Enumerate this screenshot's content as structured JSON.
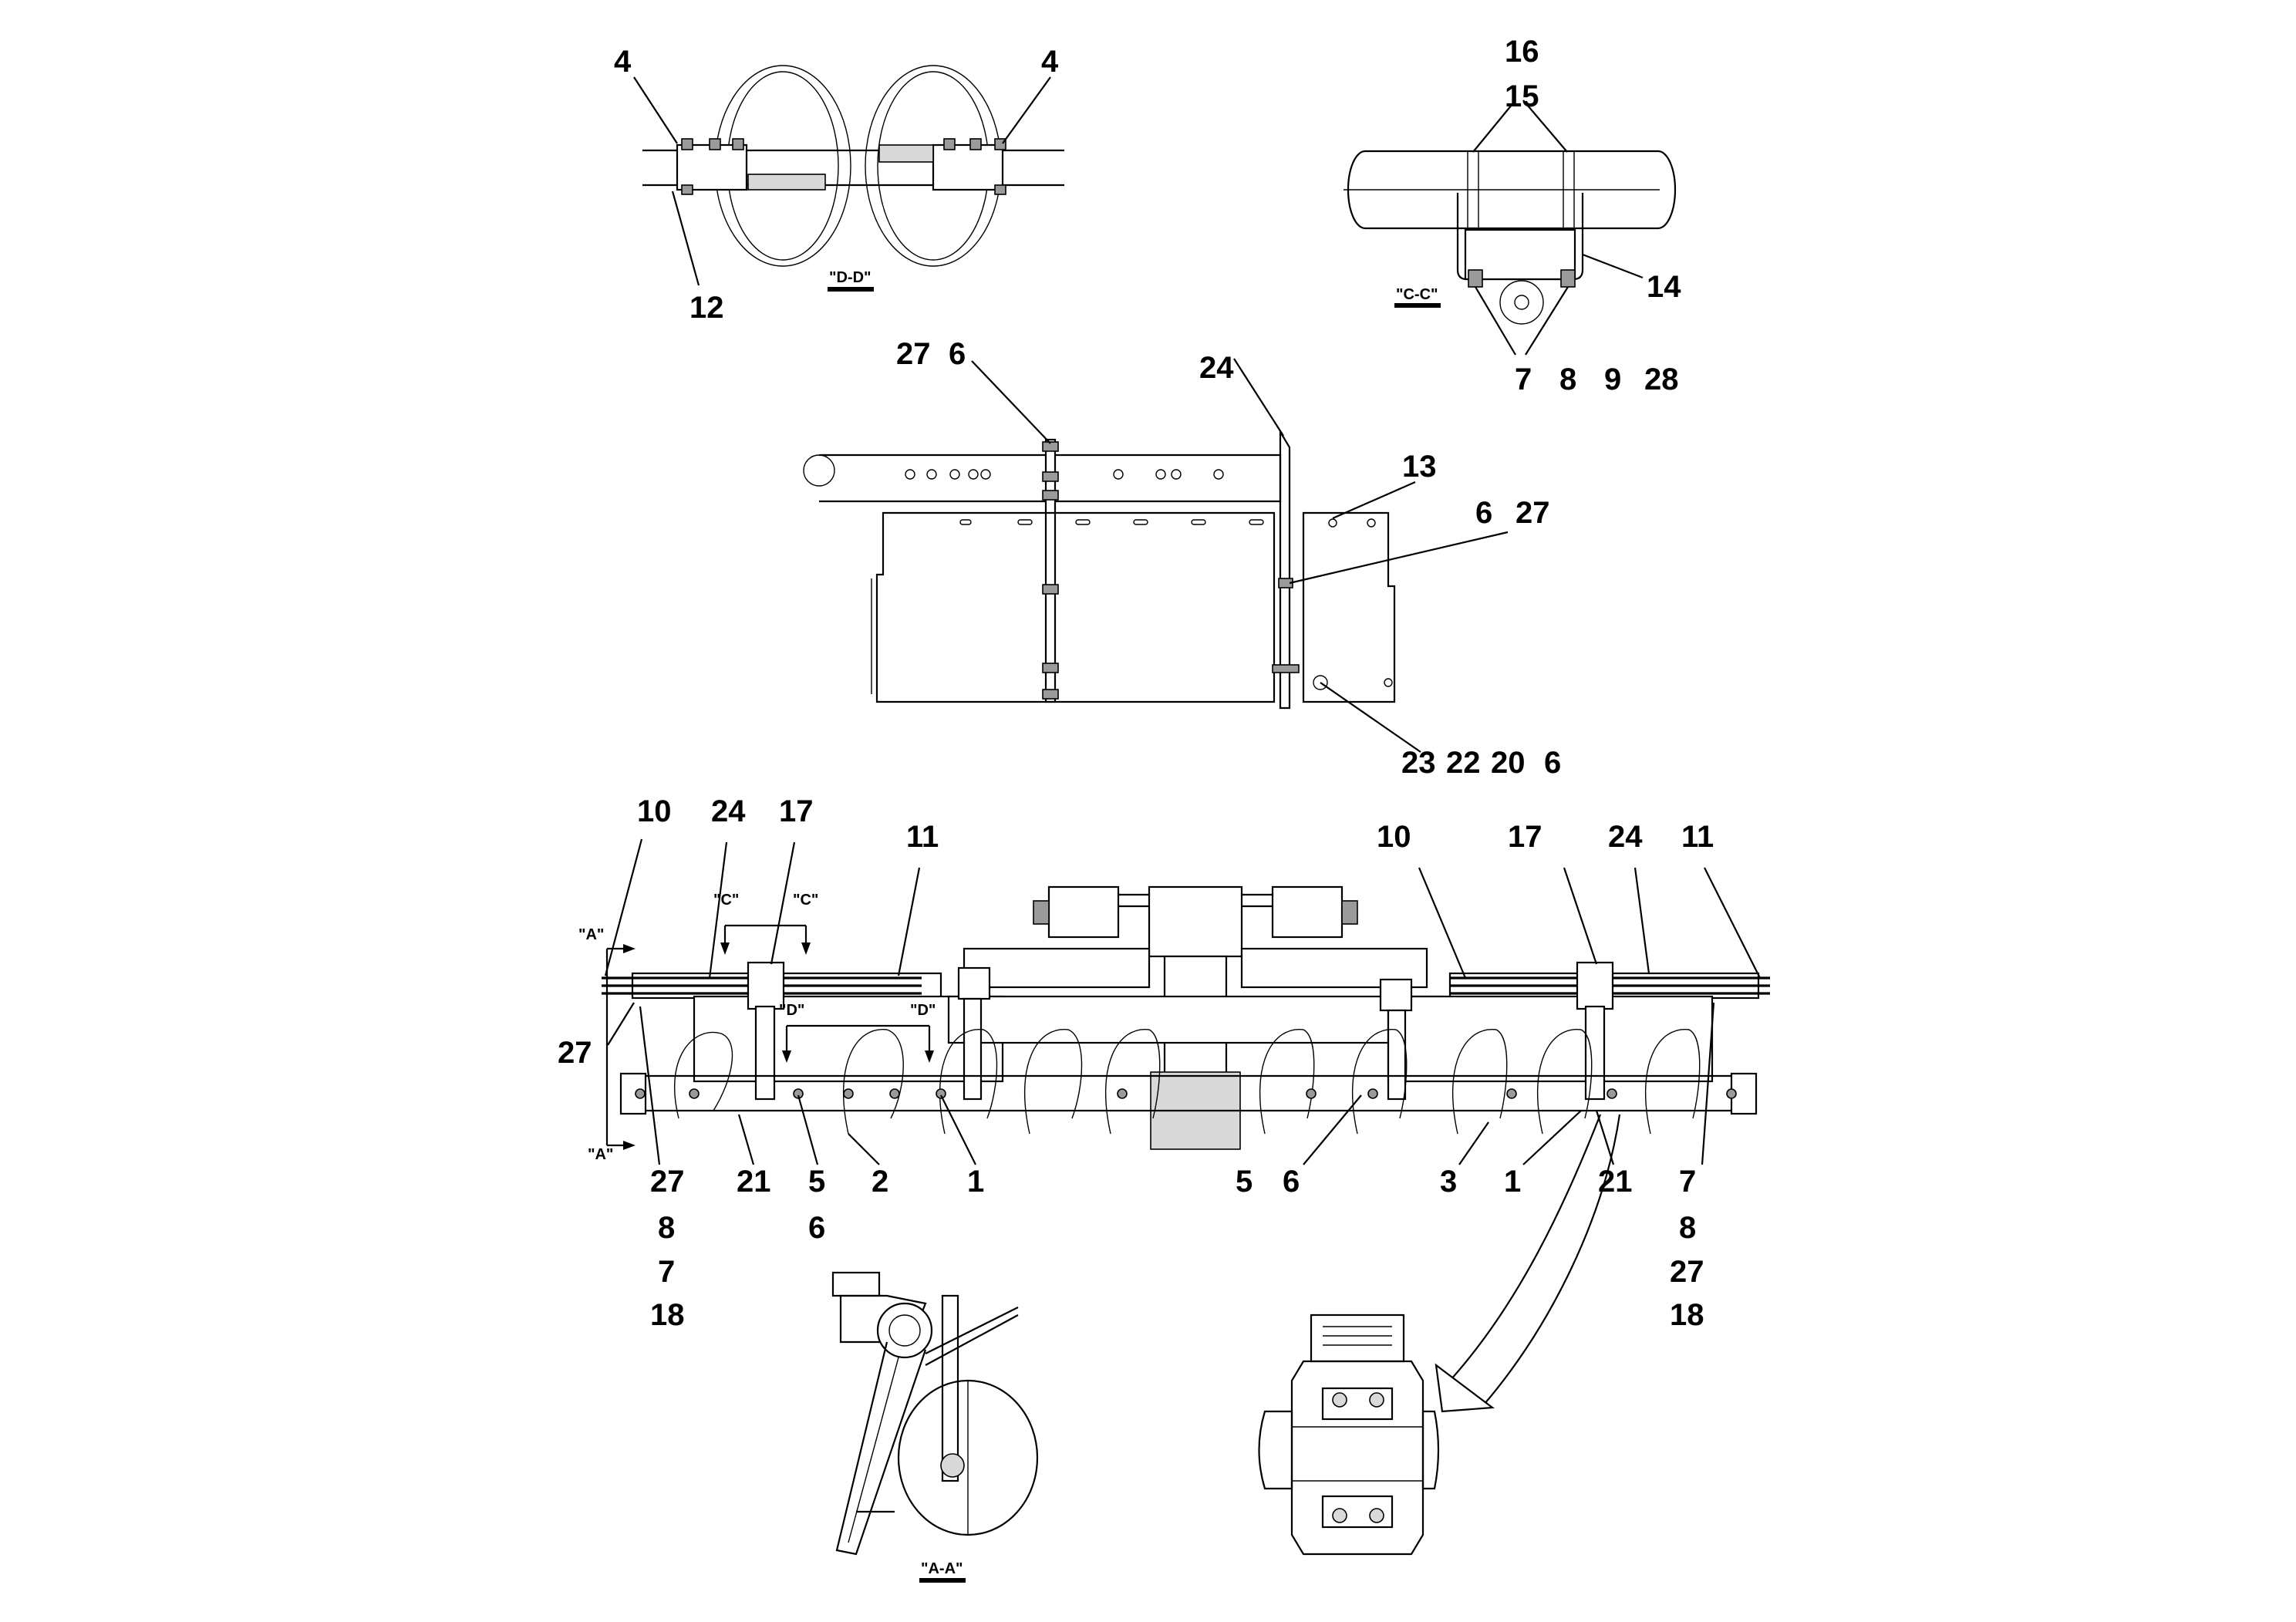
{
  "views": {
    "dd": {
      "label": "\"D-D\"",
      "callouts": [
        "4",
        "4",
        "12"
      ]
    },
    "cc": {
      "label": "\"C-C\"",
      "callouts": [
        "16",
        "15",
        "14",
        "7",
        "8",
        "9",
        "28"
      ]
    },
    "side": {
      "callouts": [
        "27",
        "6",
        "24",
        "13",
        "6",
        "27",
        "23",
        "22",
        "20",
        "6"
      ]
    },
    "main": {
      "callouts_top": [
        "10",
        "24",
        "17",
        "11",
        "10",
        "17",
        "24",
        "11"
      ],
      "callouts_left": [
        "27"
      ],
      "callouts_bottom": [
        "27",
        "21",
        "5",
        "2",
        "1",
        "5",
        "6",
        "3",
        "1",
        "21",
        "7"
      ],
      "callouts_stack_left": [
        "8",
        "7",
        "18"
      ],
      "callout_6_under_5": "6",
      "callouts_stack_right": [
        "8",
        "27",
        "18"
      ],
      "section_markers": [
        "\"A\"",
        "\"A\"",
        "\"C\"",
        "\"C\"",
        "\"D\"",
        "\"D\""
      ]
    },
    "aa": {
      "label": "\"A-A\""
    }
  }
}
